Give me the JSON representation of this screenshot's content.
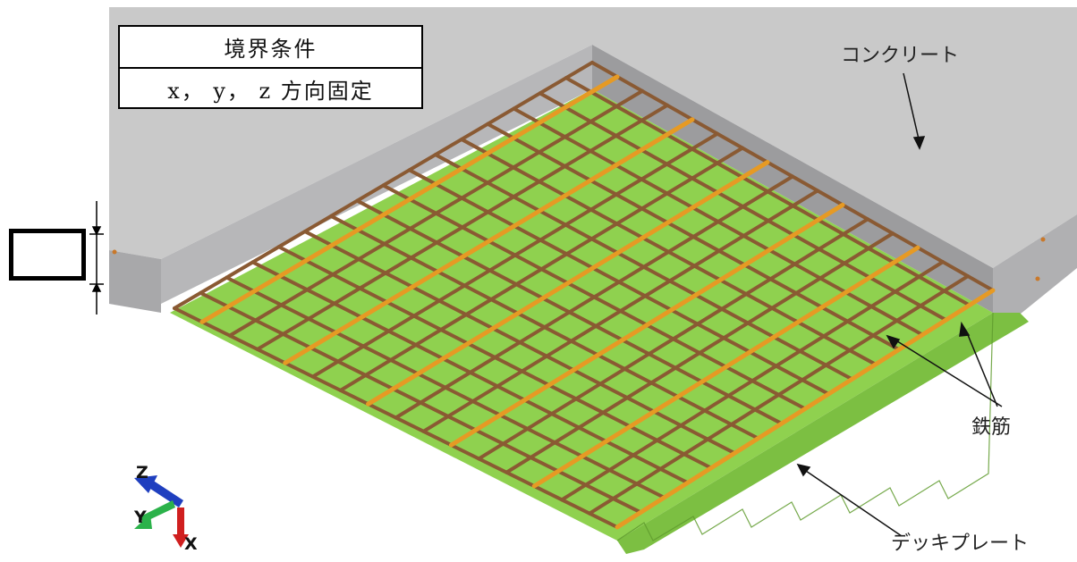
{
  "boundary_table": {
    "header": "境界条件",
    "value": "x， y， z 方向固定"
  },
  "labels": {
    "concrete": "コンクリート",
    "rebar": "鉄筋",
    "deck_plate": "デッキプレート"
  },
  "axes": {
    "z": "Z",
    "y": "Y",
    "x": "X"
  },
  "colors": {
    "concrete_top": "#c8c8c8",
    "concrete_side": "#a9a9ab",
    "deck": "#8fd14f",
    "deck_dark": "#6fae38",
    "rebar": "#8a5a33",
    "rebar_highlight": "#e69a24",
    "axis_z": "#1f3fbf",
    "axis_y": "#2bb24a",
    "axis_x": "#d01f1f"
  }
}
